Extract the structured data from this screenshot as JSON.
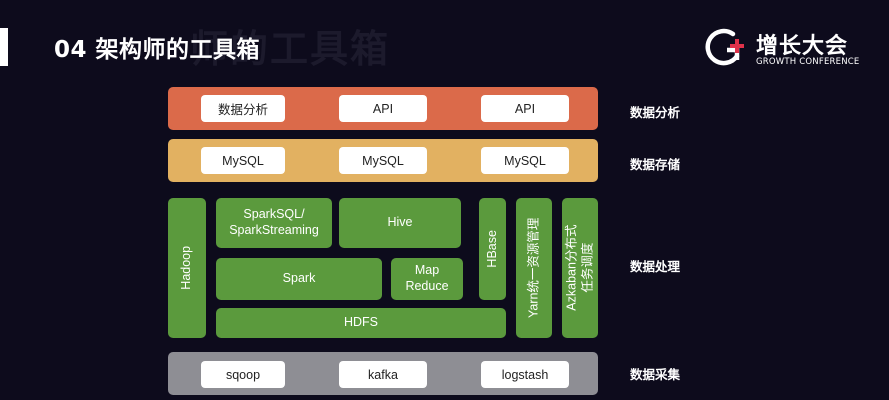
{
  "header": {
    "title": "04 架构师的工具箱",
    "title_ghost": "师的工具箱"
  },
  "logo": {
    "cn": "增长大会",
    "en": "GROWTH CONFERENCE",
    "brand_color": "#e0324a"
  },
  "layers": {
    "analysis": {
      "label": "数据分析",
      "color": "#db6a4a",
      "items": [
        "数据分析",
        "API",
        "API"
      ]
    },
    "storage": {
      "label": "数据存储",
      "color": "#e2b161",
      "items": [
        "MySQL",
        "MySQL",
        "MySQL"
      ]
    },
    "processing": {
      "label": "数据处理",
      "color": "#5b9a3d",
      "hadoop": "Hadoop",
      "sparksql": "SparkSQL/\nSparkStreaming",
      "hive": "Hive",
      "spark": "Spark",
      "mapreduce": "Map\nReduce",
      "hdfs": "HDFS",
      "hbase": "HBase",
      "yarn": "Yarn统一资源管理",
      "azkaban": "Azkaban分布式\n任务调度"
    },
    "collection": {
      "label": "数据采集",
      "color": "#8e8e94",
      "items": [
        "sqoop",
        "kafka",
        "logstash"
      ]
    }
  }
}
